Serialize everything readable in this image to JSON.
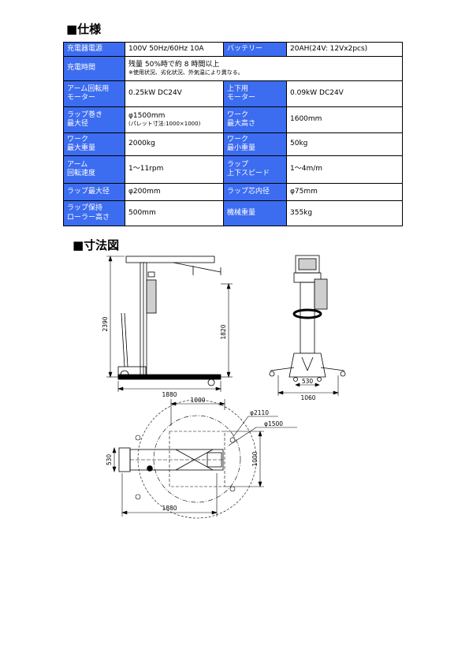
{
  "headings": {
    "spec": "■仕様",
    "dimensions": "■寸法図"
  },
  "spec": {
    "r1": {
      "l1": "充電器電源",
      "v1": "100V 50Hz/60Hz 10A",
      "l2": "バッテリー",
      "v2": "20AH(24V: 12Vx2pcs)"
    },
    "r2": {
      "l1": "充電時間",
      "v1": "残量 50%時で約 8 時間以上",
      "note": "※使用状況、劣化状況、外気温により異なる。"
    },
    "r3": {
      "l1": "アーム回転用\nモーター",
      "v1": "0.25kW DC24V",
      "l2": "上下用\nモーター",
      "v2": "0.09kW DC24V"
    },
    "r4": {
      "l1": "ラップ巻き\n最大径",
      "v1": "φ1500mm",
      "note": "(パレット寸法:1000×1000)",
      "l2": "ワーク\n最大高さ",
      "v2": "1600mm"
    },
    "r5": {
      "l1": "ワーク\n最大重量",
      "v1": "2000kg",
      "l2": "ワーク\n最小重量",
      "v2": "50kg"
    },
    "r6": {
      "l1": "アーム\n回転速度",
      "v1": "1～11rpm",
      "l2": "ラップ\n上下スピード",
      "v2": "1～4m/m"
    },
    "r7": {
      "l1": "ラップ最大径",
      "v1": "φ200mm",
      "l2": "ラップ芯内径",
      "v2": "φ75mm"
    },
    "r8": {
      "l1": "ラップ保持\nローラー高さ",
      "v1": "500mm",
      "l2": "機械重量",
      "v2": "355kg"
    }
  },
  "dims": {
    "side_height": "2390",
    "side_arm_height": "1820",
    "side_length": "1880",
    "front_inner": "530",
    "front_width": "1060",
    "top_arm": "1000",
    "top_d_outer": "φ2110",
    "top_d_wrap": "φ1500",
    "top_pallet": "1000",
    "top_width": "530",
    "top_length": "1880"
  }
}
